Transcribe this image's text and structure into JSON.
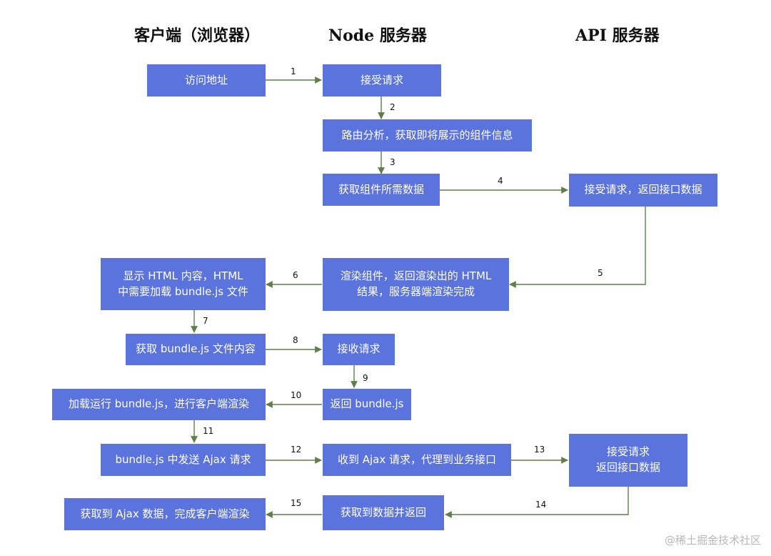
{
  "columns": {
    "client": "客户端（浏览器）",
    "node": "Node 服务器",
    "api": "API 服务器"
  },
  "boxes": {
    "visit": "访问地址",
    "accept1": "接受请求",
    "route": "路由分析，获取即将展示的组件信息",
    "fetch_data": "获取组件所需数据",
    "api_return": "接受请求，返回接口数据",
    "render": [
      "渲染组件，返回渲染出的 HTML",
      "结果，服务器端渲染完成"
    ],
    "show_html": [
      "显示 HTML 内容，HTML",
      "中需要加载 bundle.js 文件"
    ],
    "get_bundle": "获取 bundle.js 文件内容",
    "receive": "接收请求",
    "return_bundle": "返回 bundle.js",
    "load_run": "加载运行 bundle.js，进行客户端渲染",
    "send_ajax": "bundle.js 中发送 Ajax 请求",
    "receive_ajax": "收到 Ajax 请求，代理到业务接口",
    "api_accept2": [
      "接受请求",
      "返回接口数据"
    ],
    "get_data_return": "获取到数据并返回",
    "finish": "获取到 Ajax 数据，完成客户端渲染"
  },
  "steps": [
    "1",
    "2",
    "3",
    "4",
    "5",
    "6",
    "7",
    "8",
    "9",
    "10",
    "11",
    "12",
    "13",
    "14",
    "15"
  ],
  "colors": {
    "box": "#5b73dc",
    "arrow": "#5f7f47"
  },
  "watermark": "@稀土掘金技术社区"
}
